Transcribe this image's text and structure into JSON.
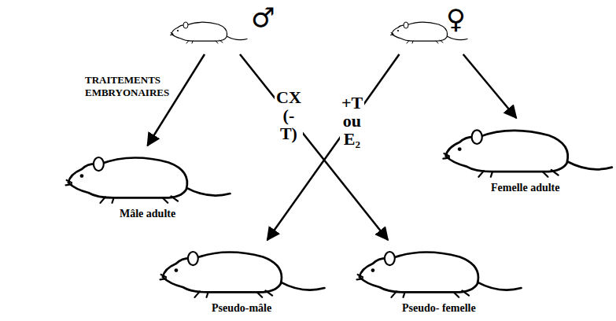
{
  "diagram": {
    "nodes": [
      {
        "text": [
          "♂"
        ]
      },
      {
        "text": [
          "♀"
        ]
      },
      {
        "text": [
          "Mâle adulte"
        ]
      },
      {
        "text": [
          "Femelle adulte"
        ]
      },
      {
        "text": [
          "Pseudo-mâle"
        ]
      },
      {
        "text": [
          "Pseudo- femelle"
        ]
      }
    ],
    "edges": [
      {
        "from": 0,
        "to": 2,
        "arrow": "to"
      },
      {
        "from": 0,
        "to": 5,
        "label": "CX (-T)",
        "arrow": "to"
      },
      {
        "from": 1,
        "to": 4,
        "label": "+T ou E₂",
        "arrow": "to"
      },
      {
        "from": 1,
        "to": 3,
        "arrow": "to"
      }
    ],
    "labels": [
      "TRAITEMENTS EMBRYONAIRES"
    ]
  }
}
